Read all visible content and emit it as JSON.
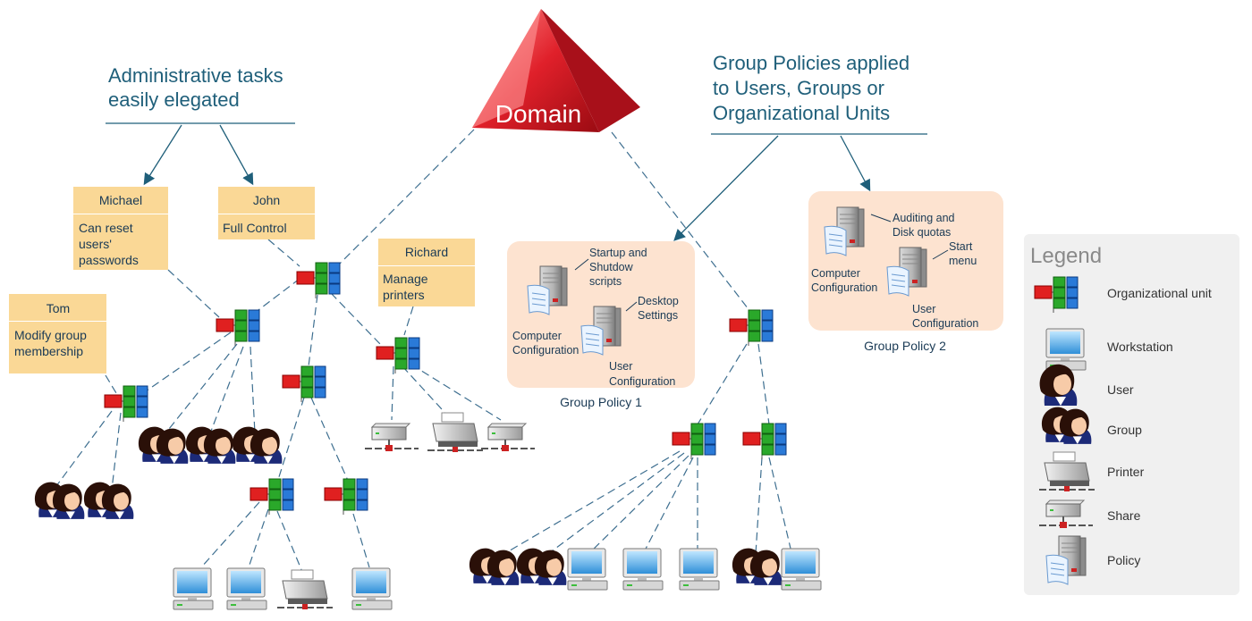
{
  "domain_label": "Domain",
  "callouts": {
    "admin": [
      "Administrative tasks",
      "easily elegated"
    ],
    "policies": [
      "Group Policies applied",
      "to Users, Groups or",
      "Organizational Units"
    ]
  },
  "delegates": [
    {
      "name": "Michael",
      "lines": [
        "Can reset",
        "users'",
        "passwords"
      ]
    },
    {
      "name": "John",
      "lines": [
        "Full Control"
      ]
    },
    {
      "name": "Tom",
      "lines": [
        "Modify group",
        "membership"
      ]
    },
    {
      "name": "Richard",
      "lines": [
        "Manage",
        "printers"
      ]
    }
  ],
  "group_policy_1": {
    "caption": "Group Policy 1",
    "startup": [
      "Startup and",
      "Shutdow",
      "scripts"
    ],
    "desktop": [
      "Desktop",
      "Settings"
    ],
    "computer": [
      "Computer",
      "Configuration"
    ],
    "user": [
      "User",
      "Configuration"
    ]
  },
  "group_policy_2": {
    "caption": "Group Policy 2",
    "auditing": [
      "Auditing and",
      "Disk quotas"
    ],
    "start": [
      "Start",
      "menu"
    ],
    "computer": [
      "Computer",
      "Configuration"
    ],
    "user": [
      "User",
      "Configuration"
    ]
  },
  "legend": {
    "title": "Legend",
    "items": [
      {
        "icon": "organizational-unit-icon",
        "label": "Organizational unit"
      },
      {
        "icon": "workstation-icon",
        "label": "Workstation"
      },
      {
        "icon": "user-icon",
        "label": "User"
      },
      {
        "icon": "group-icon",
        "label": "Group"
      },
      {
        "icon": "printer-icon",
        "label": "Printer"
      },
      {
        "icon": "share-icon",
        "label": "Share"
      },
      {
        "icon": "policy-icon",
        "label": "Policy"
      }
    ]
  },
  "colors": {
    "domain_red": "#e0202a",
    "note_yellow": "#fad896",
    "policy_bg": "#fde3d0",
    "connector": "#3e6f90",
    "text": "#1a3a55"
  }
}
